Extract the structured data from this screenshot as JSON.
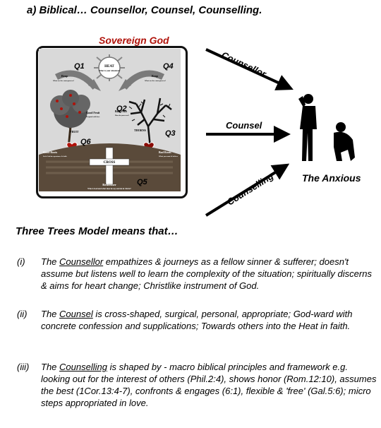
{
  "header": {
    "title": "a) Biblical… Counsellor, Counsel, Counselling."
  },
  "diagram": {
    "frame_label": "Sovereign God",
    "q_labels": [
      "Q1",
      "Q2",
      "Q3",
      "Q4",
      "Q5",
      "Q6"
    ],
    "heat_label": "HEAT",
    "heat_sub": "What is your situation?",
    "reap_left": "Reap",
    "reap_left_sub": "What are the consequences?",
    "reap_right": "Reap",
    "reap_right_sub": "What are the consequences?",
    "good_fruit": "Good Fruit",
    "good_fruit_sub": "Respond with love",
    "bad_fruit": "Bad Fruit",
    "bad_fruit_sub": "How do you react?",
    "fruit": "FRUIT",
    "thorns": "THORNS",
    "cross": "CROSS",
    "good_roots": "Good Roots",
    "good_roots_sub": "Seek God in repentance & faith",
    "bad_roots": "Bad Roots",
    "bad_roots_sub": "What you want & believe",
    "redeemer": "Redeemer",
    "redeemer_sub": "Who is God and what does he say and do in Christ?"
  },
  "arrows": [
    {
      "label": "Counsellor"
    },
    {
      "label": "Counsel"
    },
    {
      "label": "Counselling"
    }
  ],
  "anxious_label": "The Anxious",
  "section_title": "Three Trees Model means that…",
  "items": [
    {
      "num": "(i)",
      "pre": "The ",
      "term": "Counsellor",
      "post": " empathizes & journeys as a fellow sinner & sufferer; doesn't assume but listens well to learn the complexity of the situation; spiritually discerns & aims for heart change; Christlike instrument of God."
    },
    {
      "num": "(ii)",
      "pre": "The ",
      "term": "Counsel",
      "post": " is cross-shaped, surgical, personal, appropriate; God-ward with concrete confession and supplications; Towards others into the Heat in faith."
    },
    {
      "num": "(iii)",
      "pre": "The ",
      "term": "Counselling",
      "post": " is shaped by - macro biblical principles and framework e.g. looking out for the interest of others (Phil.2:4), shows honor (Rom.12:10), assumes the best (1Cor.13:4-7), confronts & engages (6:1), flexible & 'free' (Gal.5:6); micro steps appropriated in love."
    }
  ]
}
